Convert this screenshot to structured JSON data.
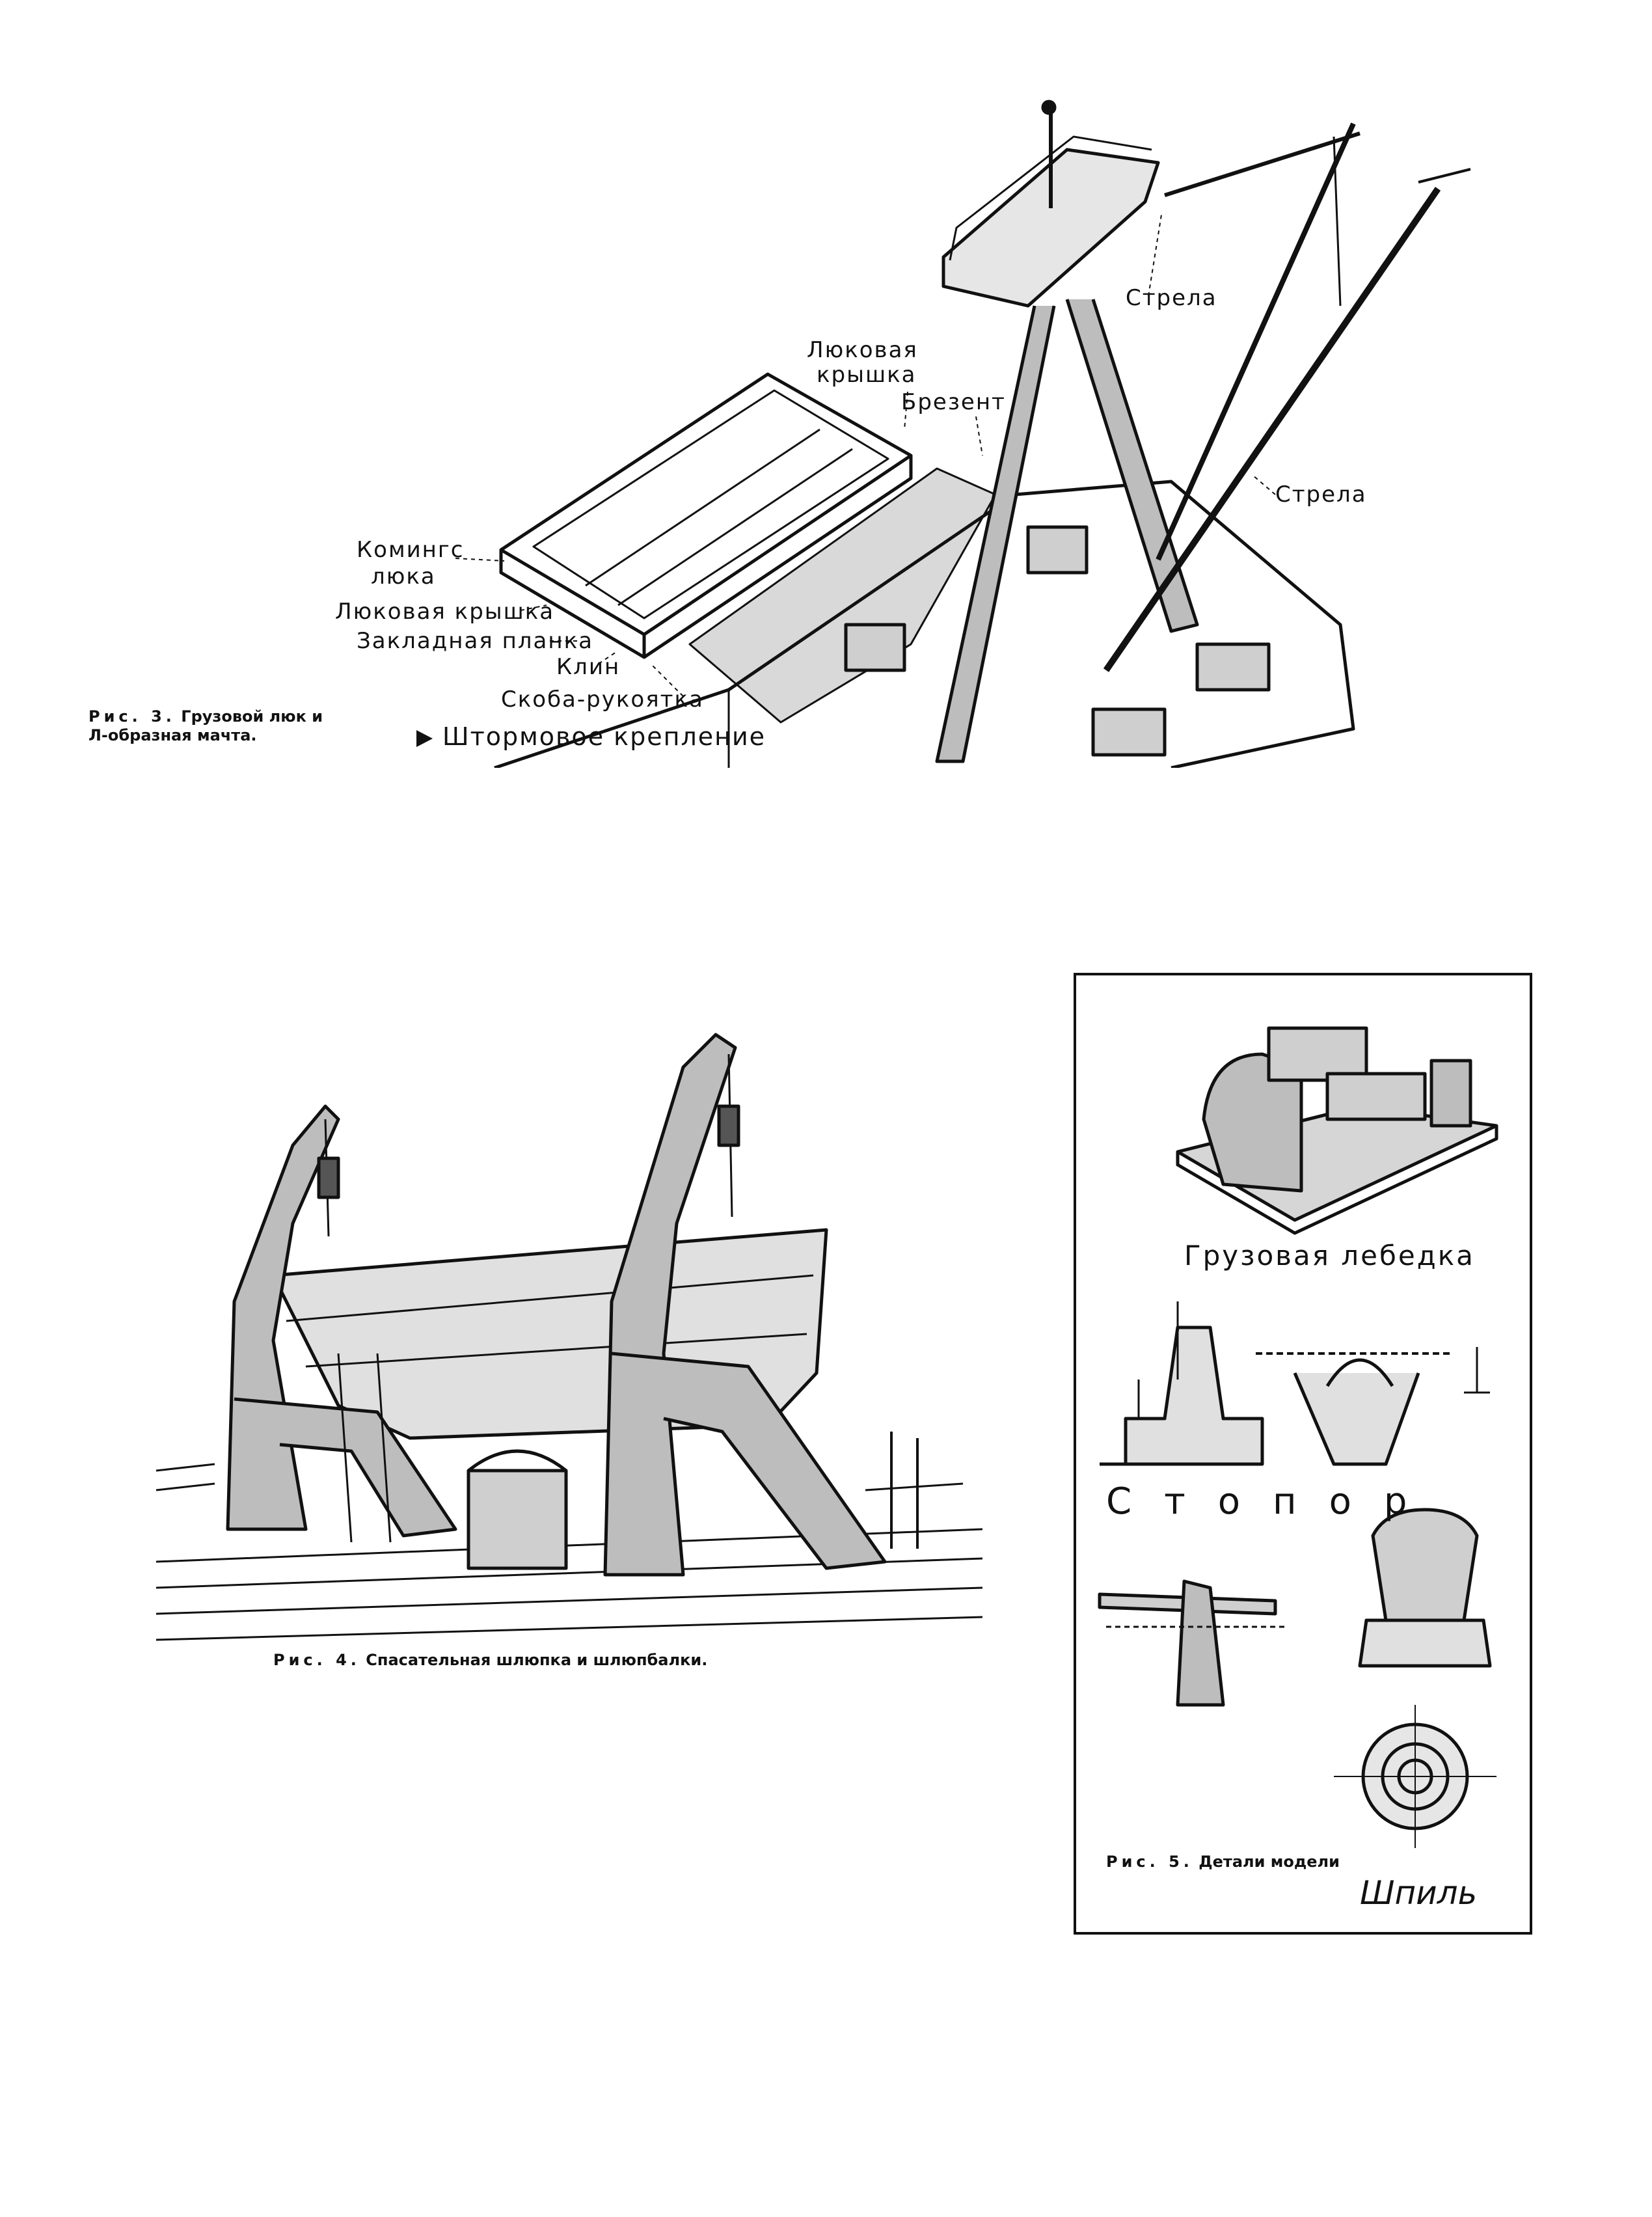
{
  "figure3": {
    "labels": {
      "strela_top": "Стрела",
      "lyukovaya_kryshka_top_1": "Люковая",
      "lyukovaya_kryshka_top_2": "крышка",
      "brezent": "Брезент",
      "strela_right": "Стрела",
      "komings_1": "Комингс",
      "komings_2": "люка",
      "lyukovaya_kryshka": "Люковая крышка",
      "zakladnaya_planka": "Закладная планка",
      "klin": "Клин",
      "skoba_rukoyatka": "Скоба-рукоятка",
      "shtormovoe": "Штормовое крепление"
    },
    "caption": {
      "prefix": "Рис. 3.",
      "line1": "Грузовой люк и",
      "line2": "Л-образная мачта."
    }
  },
  "figure4": {
    "caption": {
      "prefix": "Рис. 4.",
      "text": "Спасательная шлюпка и шлюпбалки."
    }
  },
  "figure5": {
    "labels": {
      "gruzovaya_lebedka": "Грузовая лебедка",
      "stopor": "Стопор",
      "shpil": "Шпиль"
    },
    "caption": {
      "prefix": "Рис. 5.",
      "text": "Детали модели"
    }
  }
}
